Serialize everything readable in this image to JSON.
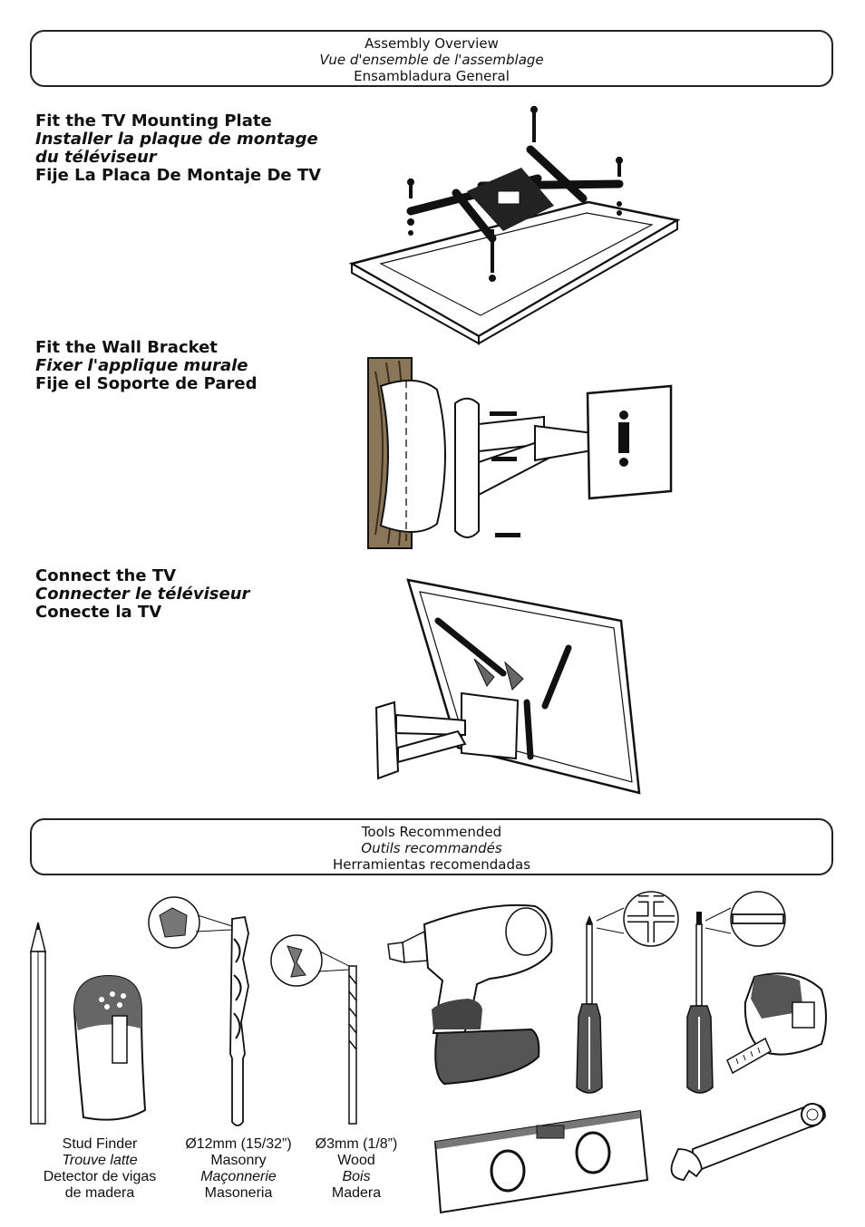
{
  "overview": {
    "title_en": "Assembly Overview",
    "title_fr": "Vue d'ensemble de l'assemblage",
    "title_es": "Ensambladura General"
  },
  "steps": [
    {
      "en": "Fit the TV Mounting Plate",
      "fr_line1": "Installer la plaque de montage",
      "fr_line2": "du téléviseur",
      "es": "Fije La Placa De Montaje De TV"
    },
    {
      "en": "Fit the Wall Bracket",
      "fr_line1": "Fixer l'applique murale",
      "es": "Fije el Soporte de Pared"
    },
    {
      "en": "Connect the TV",
      "fr_line1": "Connecter le téléviseur",
      "es": "Conecte la TV"
    }
  ],
  "tools_header": {
    "title_en": "Tools Recommended",
    "title_fr": "Outils recommandés",
    "title_es": "Herramientas recomendadas"
  },
  "tools": {
    "stud_finder": {
      "en": "Stud Finder",
      "fr": "Trouve latte",
      "es_line1": "Detector de vigas",
      "es_line2": "de madera"
    },
    "masonry_bit": {
      "size": "Ø12mm (15/32”)",
      "en": "Masonry",
      "fr": "Maçonnerie",
      "es": "Masoneria"
    },
    "wood_bit": {
      "size": "Ø3mm (1/8”)",
      "en": "Wood",
      "fr": "Bois",
      "es": "Madera"
    }
  },
  "icons": [
    "pencil-icon",
    "stud-finder-icon",
    "masonry-drill-bit-icon",
    "wood-drill-bit-icon",
    "cordless-drill-icon",
    "phillips-screwdriver-icon",
    "flat-screwdriver-icon",
    "tape-measure-icon",
    "spirit-level-icon",
    "wrench-icon"
  ]
}
